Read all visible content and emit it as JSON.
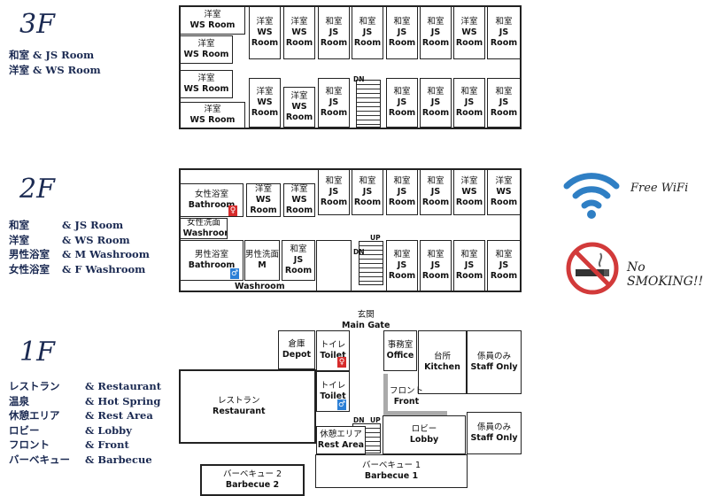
{
  "floors": {
    "f3": {
      "title": "3F",
      "legend": [
        {
          "jp": "和室",
          "en": "& JS Room"
        },
        {
          "jp": "洋室",
          "en": "& WS Room"
        }
      ]
    },
    "f2": {
      "title": "2F",
      "legend": [
        {
          "jp": "和室",
          "en": "& JS Room"
        },
        {
          "jp": "洋室",
          "en": "& WS Room"
        },
        {
          "jp": "男性浴室",
          "en": "& M Washroom"
        },
        {
          "jp": "女性浴室",
          "en": "& F Washroom"
        }
      ]
    },
    "f1": {
      "title": "1F",
      "legend": [
        {
          "jp": "レストラン",
          "en": "& Restaurant"
        },
        {
          "jp": "温泉",
          "en": "& Hot Spring"
        },
        {
          "jp": "休憩エリア",
          "en": "& Rest Area"
        },
        {
          "jp": "ロビー",
          "en": "& Lobby"
        },
        {
          "jp": "フロント",
          "en": "& Front"
        },
        {
          "jp": "バーベキュー",
          "en": "& Barbecue"
        }
      ]
    }
  },
  "labels": {
    "ws_jp": "洋室",
    "js_jp": "和室",
    "ws": "WS",
    "js": "JS",
    "room": "Room",
    "ws_room": "WS Room",
    "dn": "DN",
    "up": "UP",
    "f_bath_jp": "女性浴室",
    "f_bath": "Bathroom",
    "f_wash_jp": "女性洗面",
    "f_wash": "F Washroom",
    "m_bath_jp": "男性浴室",
    "m_bath": "Bathroom",
    "m_wash_jp": "男性洗面",
    "m_wash_m": "M",
    "m_wash": "Washroom",
    "main_gate_jp": "玄関",
    "main_gate": "Main Gate",
    "depot_jp": "倉庫",
    "depot": "Depot",
    "toilet_jp": "トイレ",
    "toilet": "Toilet",
    "office_jp": "事務室",
    "office": "Office",
    "kitchen_jp": "台所",
    "kitchen": "Kitchen",
    "staff_jp": "係員のみ",
    "staff": "Staff Only",
    "restaurant_jp": "レストラン",
    "restaurant": "Restaurant",
    "front_jp": "フロント",
    "front": "Front",
    "lobby_jp": "ロビー",
    "lobby": "Lobby",
    "rest_jp": "休憩エリア",
    "rest": "Rest Area",
    "bbq1_jp": "バーベキュー 1",
    "bbq1": "Barbecue 1",
    "bbq2_jp": "バーベキュー 2",
    "bbq2": "Barbecue 2"
  },
  "signs": {
    "wifi": "Free WiFi",
    "no_smoking": "No SMOKING!!"
  },
  "colors": {
    "wifi": "#2f7fc4",
    "no_smoking_ring": "#d23a3a",
    "female_icon": "#d62b2b",
    "male_icon": "#2b7fd6",
    "legend_text": "#1b2a52"
  }
}
